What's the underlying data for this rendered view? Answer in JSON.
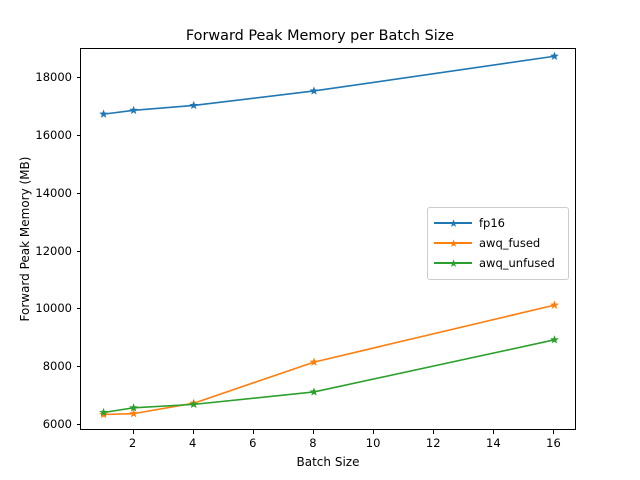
{
  "chart_data": {
    "type": "line",
    "title": "Forward Peak Memory per Batch Size",
    "xlabel": "Batch Size",
    "ylabel": "Forward Peak Memory (MB)",
    "x": [
      1,
      2,
      4,
      8,
      16
    ],
    "xlim": [
      0.25,
      16.75
    ],
    "ylim": [
      5800,
      19000
    ],
    "xticks": [
      2,
      4,
      6,
      8,
      10,
      12,
      14,
      16
    ],
    "xticklabels": [
      "2",
      "4",
      "6",
      "8",
      "10",
      "12",
      "14",
      "16"
    ],
    "yticks": [
      6000,
      8000,
      10000,
      12000,
      14000,
      16000,
      18000
    ],
    "yticklabels": [
      "6000",
      "8000",
      "10000",
      "12000",
      "14000",
      "16000",
      "18000"
    ],
    "grid": false,
    "marker": "star",
    "legend_position": "center right",
    "series": [
      {
        "name": "fp16",
        "color": "#1f77b4",
        "values": [
          16750,
          16880,
          17050,
          17550,
          18750
        ]
      },
      {
        "name": "awq_fused",
        "color": "#ff7f0e",
        "values": [
          6370,
          6400,
          6760,
          8180,
          10150
        ]
      },
      {
        "name": "awq_unfused",
        "color": "#2ca02c",
        "values": [
          6440,
          6600,
          6720,
          7150,
          8950
        ]
      }
    ]
  }
}
